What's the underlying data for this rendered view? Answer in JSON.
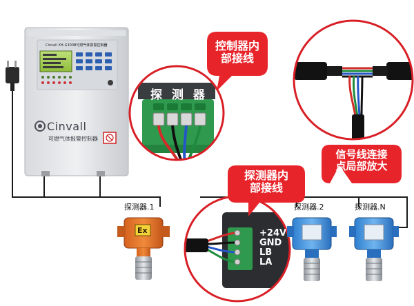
{
  "controller": {
    "brand": "Cinvall",
    "panel_header": "Cinvall XH-G300B可燃气体报警控制器",
    "product_name": "可燃气体报警控制器"
  },
  "bubbles": {
    "controller_wiring": "控制器内\n部接线",
    "detector_wiring": "探测器内\n部接线",
    "signal_zoom": "信号线连接\n点局部放大"
  },
  "detector_banner": "探 测 器",
  "detector_labels": [
    "探测器.1",
    "探测器.2",
    "探测器.N"
  ],
  "terminals": [
    "+24V",
    "GND",
    "LB",
    "LA"
  ],
  "ex_mark": "Ex",
  "colors": {
    "bubble_red": "#e8242b",
    "circle_red": "#d81f26",
    "terminal_green": "#2f9a4e",
    "wire_red": "#d42a2a",
    "wire_green": "#1e8c3c",
    "wire_blue": "#2456c8",
    "wire_black": "#111111"
  }
}
